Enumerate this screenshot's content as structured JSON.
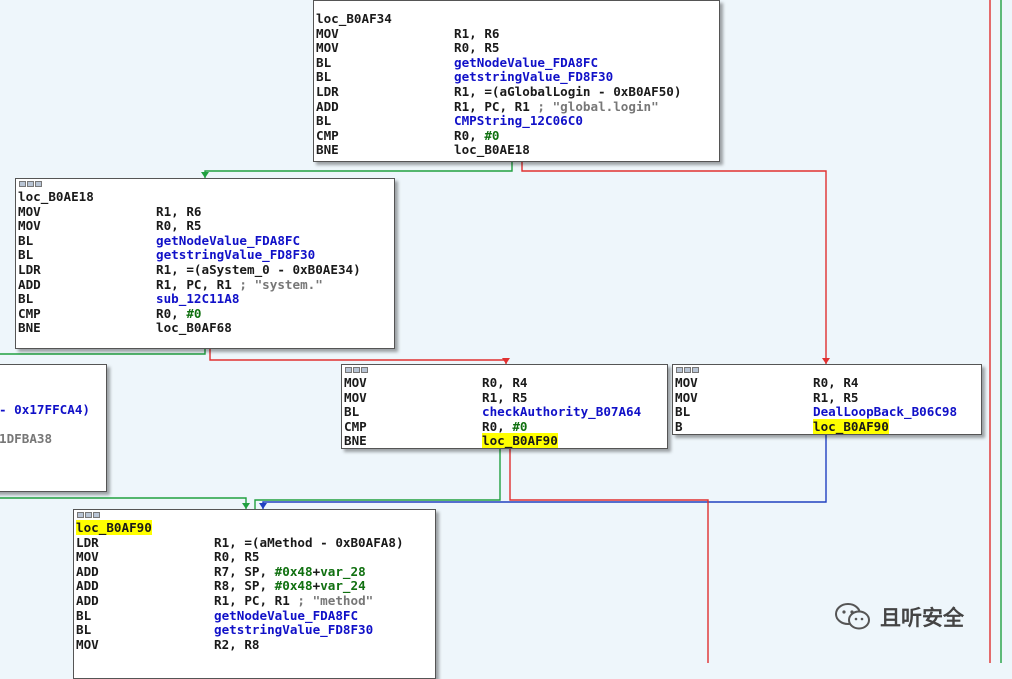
{
  "nodes": {
    "n1": {
      "label": "loc_B0AF34",
      "rows": [
        {
          "mn": "MOV",
          "op": [
            {
              "t": "R1, R6",
              "c": "dark"
            }
          ]
        },
        {
          "mn": "MOV",
          "op": [
            {
              "t": "R0, R5",
              "c": "dark"
            }
          ]
        },
        {
          "mn": "BL",
          "op": [
            {
              "t": "getNodeValue_FDA8FC",
              "c": "blue"
            }
          ]
        },
        {
          "mn": "BL",
          "op": [
            {
              "t": "getstringValue_FD8F30",
              "c": "blue"
            }
          ]
        },
        {
          "mn": "LDR",
          "op": [
            {
              "t": "R1, =(aGlobalLogin - 0xB0AF50)",
              "c": "dark"
            }
          ]
        },
        {
          "mn": "ADD",
          "op": [
            {
              "t": "R1, PC, R1 ",
              "c": "dark"
            },
            {
              "t": "; \"global.login\"",
              "c": "cmt"
            }
          ]
        },
        {
          "mn": "BL",
          "op": [
            {
              "t": "CMPString_12C06C0",
              "c": "blue"
            }
          ]
        },
        {
          "mn": "CMP",
          "op": [
            {
              "t": "R0, ",
              "c": "dark"
            },
            {
              "t": "#0",
              "c": "num"
            }
          ]
        },
        {
          "mn": "BNE",
          "op": [
            {
              "t": "loc_B0AE18",
              "c": "dark"
            }
          ]
        }
      ]
    },
    "n2": {
      "label": "loc_B0AE18",
      "rows": [
        {
          "mn": "MOV",
          "op": [
            {
              "t": "R1, R6",
              "c": "dark"
            }
          ]
        },
        {
          "mn": "MOV",
          "op": [
            {
              "t": "R0, R5",
              "c": "dark"
            }
          ]
        },
        {
          "mn": "BL",
          "op": [
            {
              "t": "getNodeValue_FDA8FC",
              "c": "blue"
            }
          ]
        },
        {
          "mn": "BL",
          "op": [
            {
              "t": "getstringValue_FD8F30",
              "c": "blue"
            }
          ]
        },
        {
          "mn": "LDR",
          "op": [
            {
              "t": "R1, =(aSystem_0 - 0xB0AE34)",
              "c": "dark"
            }
          ]
        },
        {
          "mn": "ADD",
          "op": [
            {
              "t": "R1, PC, R1 ",
              "c": "dark"
            },
            {
              "t": "; \"system.\"",
              "c": "cmt"
            }
          ]
        },
        {
          "mn": "BL",
          "op": [
            {
              "t": "sub_12C11A8",
              "c": "blue"
            }
          ]
        },
        {
          "mn": "CMP",
          "op": [
            {
              "t": "R0, ",
              "c": "dark"
            },
            {
              "t": "#0",
              "c": "num"
            }
          ]
        },
        {
          "mn": "BNE",
          "op": [
            {
              "t": "loc_B0AF68",
              "c": "dark"
            }
          ]
        }
      ]
    },
    "n3": {
      "rows": [
        {
          "mn": "MOV",
          "op": [
            {
              "t": "R0, R4",
              "c": "dark"
            }
          ]
        },
        {
          "mn": "MOV",
          "op": [
            {
              "t": "R1, R5",
              "c": "dark"
            }
          ]
        },
        {
          "mn": "BL",
          "op": [
            {
              "t": "checkAuthority_B07A64",
              "c": "blue"
            }
          ]
        },
        {
          "mn": "CMP",
          "op": [
            {
              "t": "R0, ",
              "c": "dark"
            },
            {
              "t": "#0",
              "c": "num"
            }
          ]
        },
        {
          "mn": "BNE",
          "op": [
            {
              "t": "loc_B0AF90",
              "c": "dark",
              "hl": true
            }
          ]
        }
      ]
    },
    "n4": {
      "rows": [
        {
          "mn": "MOV",
          "op": [
            {
              "t": "R0, R4",
              "c": "dark"
            }
          ]
        },
        {
          "mn": "MOV",
          "op": [
            {
              "t": "R1, R5",
              "c": "dark"
            }
          ]
        },
        {
          "mn": "BL",
          "op": [
            {
              "t": "DealLoopBack_B06C98",
              "c": "blue"
            }
          ]
        },
        {
          "mn": "B",
          "op": [
            {
              "t": "loc_B0AF90",
              "c": "dark",
              "hl": true
            }
          ]
        }
      ]
    },
    "n5": {
      "label": "loc_B0AF90",
      "rows": [
        {
          "mn": "LDR",
          "op": [
            {
              "t": "R1, =(aMethod - 0xB0AFA8)",
              "c": "dark"
            }
          ]
        },
        {
          "mn": "MOV",
          "op": [
            {
              "t": "R0, R5",
              "c": "dark"
            }
          ]
        },
        {
          "mn": "ADD",
          "op": [
            {
              "t": "R7, SP, ",
              "c": "dark"
            },
            {
              "t": "#0x48",
              "c": "num"
            },
            {
              "t": "+",
              "c": "dark"
            },
            {
              "t": "var_28",
              "c": "num"
            }
          ]
        },
        {
          "mn": "ADD",
          "op": [
            {
              "t": "R8, SP, ",
              "c": "dark"
            },
            {
              "t": "#0x48",
              "c": "num"
            },
            {
              "t": "+",
              "c": "dark"
            },
            {
              "t": "var_24",
              "c": "num"
            }
          ]
        },
        {
          "mn": "ADD",
          "op": [
            {
              "t": "R1, PC, R1 ",
              "c": "dark"
            },
            {
              "t": "; \"method\"",
              "c": "cmt"
            }
          ]
        },
        {
          "mn": "BL",
          "op": [
            {
              "t": "getNodeValue_FDA8FC",
              "c": "blue"
            }
          ]
        },
        {
          "mn": "BL",
          "op": [
            {
              "t": "getstringValue_FD8F30",
              "c": "blue"
            }
          ]
        },
        {
          "mn": "MOV",
          "op": [
            {
              "t": "R2, R8",
              "c": "dark"
            }
          ]
        }
      ]
    }
  },
  "partial_left": {
    "line1": "- 0x17FFCA4)",
    "line2": "1DFBA38"
  },
  "watermark": {
    "text": "且听安全",
    "icon": "wechat-icon"
  }
}
